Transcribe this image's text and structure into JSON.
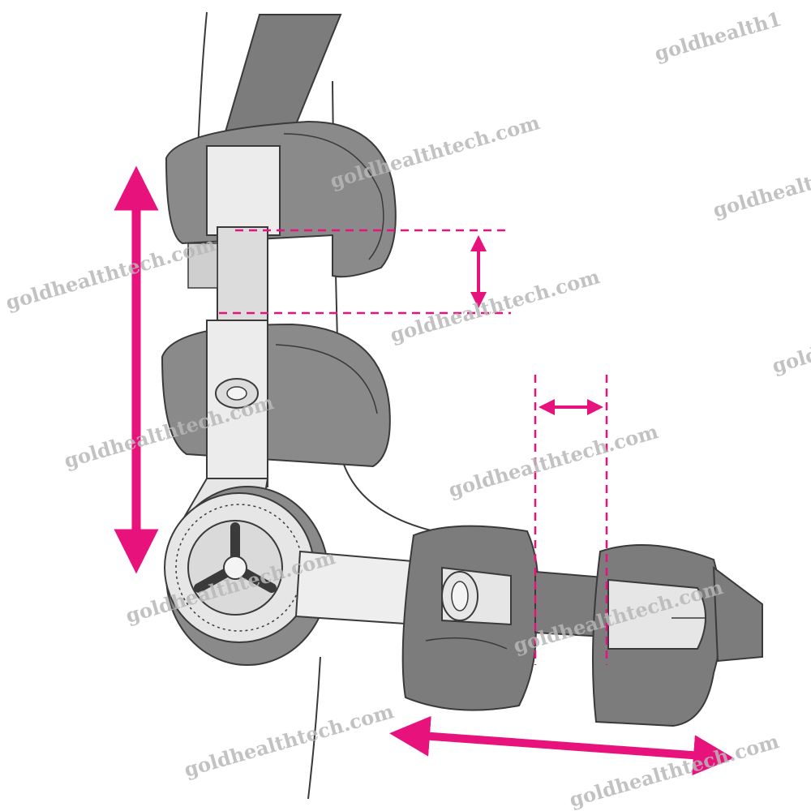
{
  "watermark": {
    "text_full": "goldhealthtech.com",
    "text_partial_1": "goldhealth1",
    "text_partial_2": "goldhealth",
    "text_partial_3": "goldh",
    "color": "#b8b8b8"
  },
  "colors": {
    "arrow": "#e8127c",
    "strap": "#8a8a8a",
    "strap_dark": "#6e6e6e",
    "bar": "#e6e6e6",
    "outline": "#3a3a3a",
    "background": "#ffffff"
  },
  "figure": {
    "subject": "hinged elbow brace",
    "arrows": [
      "upper-arm-length-adjust-arrow",
      "upper-strap-gap-arrow",
      "forearm-strap-gap-arrow",
      "forearm-length-adjust-arrow"
    ]
  }
}
